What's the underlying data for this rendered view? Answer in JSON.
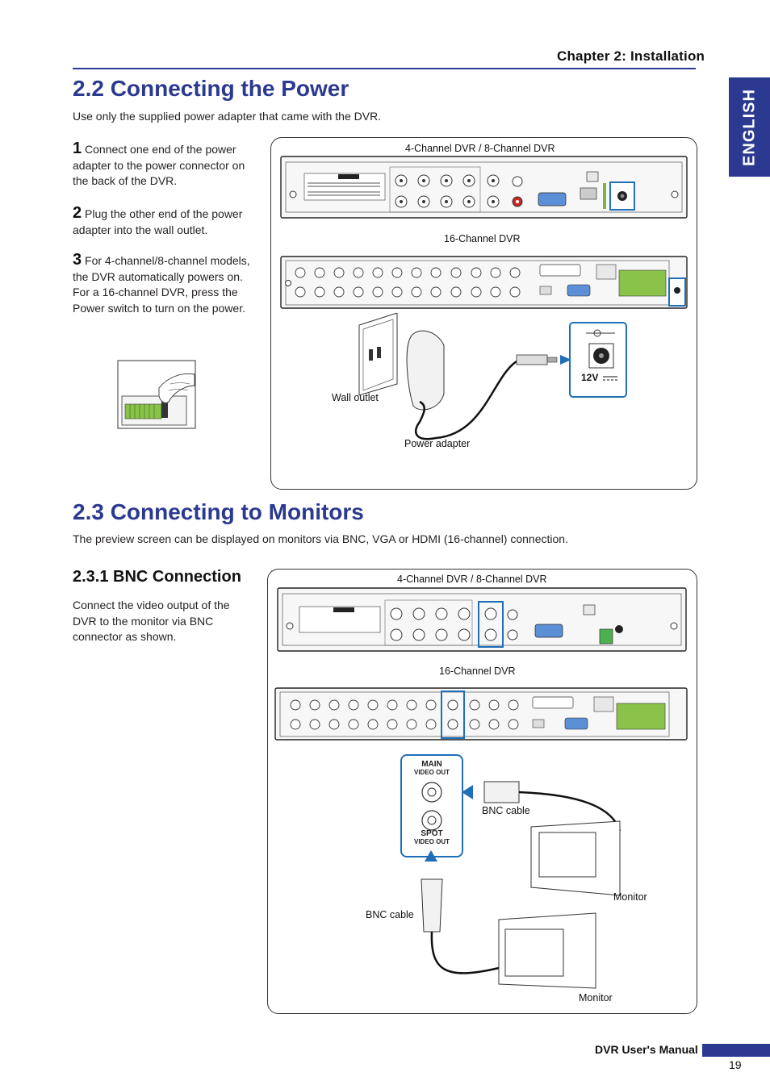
{
  "header": {
    "chapter": "Chapter 2: Installation",
    "language_tab": "ENGLISH"
  },
  "power": {
    "title": "2.2 Connecting the Power",
    "intro": "Use only the supplied power adapter that came with the DVR.",
    "steps": [
      {
        "num": "1",
        "text": "Connect one end of the power adapter to the power connector on the back of the DVR."
      },
      {
        "num": "2",
        "text": "Plug the other end of the power adapter into the wall outlet."
      },
      {
        "num": "3",
        "text": "For 4-channel/8-channel models, the DVR automatically powers on. For a 16-channel DVR, press the Power switch to turn on the power."
      }
    ],
    "diagram": {
      "caption_48": "4-Channel DVR / 8-Channel DVR",
      "caption_16": "16-Channel DVR",
      "wall_outlet": "Wall outlet",
      "power_adapter": "Power adapter",
      "voltage": "12V"
    }
  },
  "monitors": {
    "title": "2.3 Connecting to Monitors",
    "intro": "The preview screen can be displayed on monitors via BNC, VGA or HDMI (16-channel) connection.",
    "bnc": {
      "title": "2.3.1 BNC Connection",
      "text": "Connect the video output of the DVR to the monitor via BNC connector as shown."
    },
    "diagram": {
      "caption_48": "4-Channel DVR / 8-Channel DVR",
      "caption_16": "16-Channel DVR",
      "main_label": "MAIN",
      "main_sub": "VIDEO OUT",
      "spot_label": "SPOT",
      "spot_sub": "VIDEO OUT",
      "bnc_cable_1": "BNC cable",
      "bnc_cable_2": "BNC cable",
      "monitor_1": "Monitor",
      "monitor_2": "Monitor"
    }
  },
  "footer": {
    "manual": "DVR User's Manual",
    "page": "19"
  },
  "colors": {
    "accent": "#2b3990",
    "highlight_blue": "#1f6fb8"
  }
}
